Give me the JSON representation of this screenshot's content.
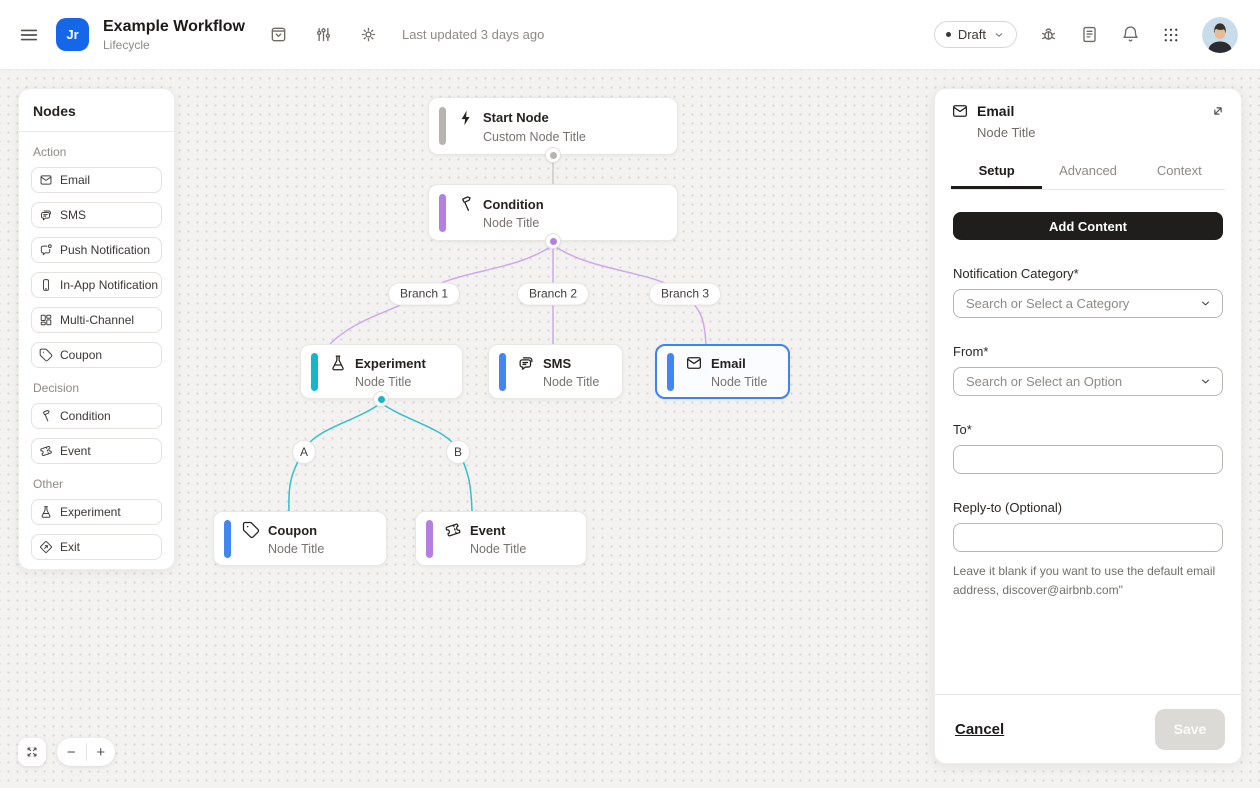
{
  "header": {
    "app_initials": "Jr",
    "title": "Example Workflow",
    "subtitle": "Lifecycle",
    "last_updated": "Last updated 3 days ago",
    "status_label": "Draft"
  },
  "sidebar": {
    "title": "Nodes",
    "sections": [
      {
        "label": "Action",
        "items": [
          {
            "label": "Email",
            "icon": "mail-icon"
          },
          {
            "label": "SMS",
            "icon": "sms-icon"
          },
          {
            "label": "Push Notification",
            "icon": "push-notification-icon"
          },
          {
            "label": "In-App Notification",
            "icon": "in-app-notification-icon"
          },
          {
            "label": "Multi-Channel",
            "icon": "multi-channel-icon"
          },
          {
            "label": "Coupon",
            "icon": "coupon-icon"
          }
        ]
      },
      {
        "label": "Decision",
        "items": [
          {
            "label": "Condition",
            "icon": "condition-icon"
          },
          {
            "label": "Event",
            "icon": "event-icon"
          }
        ]
      },
      {
        "label": "Other",
        "items": [
          {
            "label": "Experiment",
            "icon": "experiment-icon"
          },
          {
            "label": "Exit",
            "icon": "exit-icon"
          }
        ]
      }
    ]
  },
  "canvas": {
    "nodes": {
      "start": {
        "title": "Start Node",
        "subtitle": "Custom Node Title",
        "accent": "#b6b3b0",
        "icon": "zap-icon"
      },
      "condition": {
        "title": "Condition",
        "subtitle": "Node Title",
        "accent": "#b47fe1",
        "icon": "condition-icon"
      },
      "experiment": {
        "title": "Experiment",
        "subtitle": "Node Title",
        "accent": "#16b6c8",
        "icon": "experiment-icon"
      },
      "sms": {
        "title": "SMS",
        "subtitle": "Node Title",
        "accent": "#4286f5",
        "icon": "sms-icon"
      },
      "email": {
        "title": "Email",
        "subtitle": "Node Title",
        "accent": "#4286f5",
        "icon": "mail-icon",
        "selected": true
      },
      "coupon": {
        "title": "Coupon",
        "subtitle": "Node Title",
        "accent": "#4286f5",
        "icon": "coupon-icon"
      },
      "event": {
        "title": "Event",
        "subtitle": "Node Title",
        "accent": "#b47fe1",
        "icon": "event-icon"
      }
    },
    "branch_labels": [
      "Branch 1",
      "Branch 2",
      "Branch 3"
    ],
    "split_labels": [
      "A",
      "B"
    ],
    "edge_colors": {
      "default": "#cccac8",
      "condition": "#cfa9ee",
      "experiment": "#33bfcd"
    }
  },
  "inspector": {
    "title": "Email",
    "subtitle": "Node Title",
    "tabs": [
      {
        "label": "Setup",
        "active": true
      },
      {
        "label": "Advanced",
        "active": false
      },
      {
        "label": "Context",
        "active": false
      }
    ],
    "add_content_label": "Add Content",
    "fields": [
      {
        "label": "Notification Category*",
        "placeholder": "Search or Select a Category"
      },
      {
        "label": "From*",
        "placeholder": "Search or Select an Option"
      },
      {
        "label": "To*",
        "value": ""
      },
      {
        "label": "Reply-to (Optional)",
        "value": "",
        "helper": "Leave it blank if you want to use the default email address, discover@airbnb.com\""
      }
    ],
    "cancel_label": "Cancel",
    "save_label": "Save"
  },
  "zoom_controls": {
    "zoom_out": "−",
    "zoom_in": "+"
  }
}
